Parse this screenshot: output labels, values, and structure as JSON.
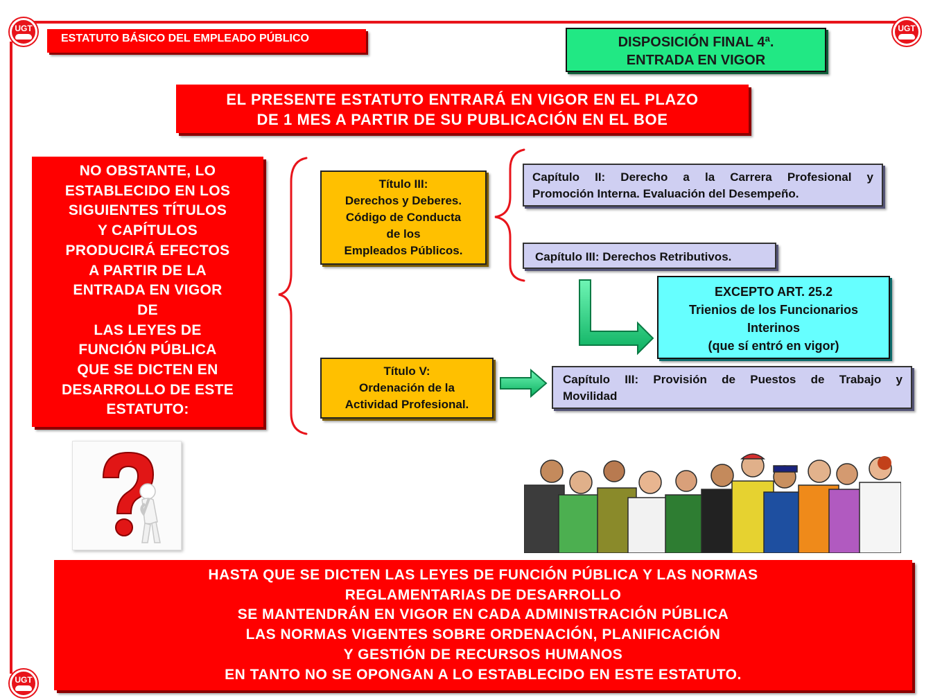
{
  "header": {
    "title": "ESTATUTO BÁSICO DEL EMPLEADO PÚBLICO",
    "logo_text": "UGT"
  },
  "section": {
    "line1": "DISPOSICIÓN FINAL 4ª.",
    "line2": "ENTRADA EN VIGOR"
  },
  "main_statement": {
    "line1": "EL PRESENTE ESTATUTO ENTRARÁ EN VIGOR EN EL PLAZO",
    "line2": "DE 1 MES A PARTIR DE SU PUBLICACIÓN EN EL BOE"
  },
  "left_box": {
    "lines": [
      "NO OBSTANTE, LO",
      "ESTABLECIDO EN LOS",
      "SIGUIENTES TÍTULOS",
      "Y CAPÍTULOS",
      "PRODUCIRÁ EFECTOS",
      "A PARTIR DE LA",
      "ENTRADA EN VIGOR",
      "DE",
      "LAS LEYES DE",
      "FUNCIÓN PÚBLICA",
      "QUE SE DICTEN EN",
      "DESARROLLO DE ESTE",
      "ESTATUTO:"
    ]
  },
  "titulo3": {
    "lines": [
      "Título III:",
      "Derechos y Deberes.",
      "Código de Conducta",
      "de los",
      "Empleados Públicos."
    ]
  },
  "titulo5": {
    "lines": [
      "Título V:",
      "Ordenación de la",
      "Actividad Profesional."
    ]
  },
  "cap2": {
    "line1": "Capítulo II: Derecho a la Carrera Profesional y",
    "line2": "Promoción Interna. Evaluación del Desempeño."
  },
  "cap3_retrib": {
    "text": "Capítulo III: Derechos Retributivos."
  },
  "excepto": {
    "lines": [
      "EXCEPTO ART. 25.2",
      "Trienios de los Funcionarios",
      "Interinos",
      "(que sí entró en vigor)"
    ]
  },
  "cap3_provision": {
    "line1": "Capítulo III: Provisión de Puestos de Trabajo y",
    "line2": "Movilidad"
  },
  "bottom_box": {
    "lines": [
      "HASTA QUE SE DICTEN LAS LEYES DE FUNCIÓN PÚBLICA Y LAS NORMAS",
      "REGLAMENTARIAS DE DESARROLLO",
      "SE MANTENDRÁN EN VIGOR EN CADA ADMINISTRACIÓN PÚBLICA",
      "LAS NORMAS VIGENTES SOBRE ORDENACIÓN, PLANIFICACIÓN",
      "Y GESTIÓN DE RECURSOS HUMANOS",
      "EN TANTO NO SE OPONGAN A LO ESTABLECIDO EN ESTE ESTATUTO."
    ]
  },
  "colors": {
    "brand_red": "#ff0000",
    "green": "#21e884",
    "yellow": "#ffc000",
    "lavender": "#cfcff2",
    "cyan": "#66ffff"
  },
  "icons": [
    "ugt-logo-icon",
    "question-mark-figure-icon",
    "workers-group-icon",
    "curly-brace-icon",
    "arrow-right-icon",
    "arrow-elbow-icon"
  ]
}
